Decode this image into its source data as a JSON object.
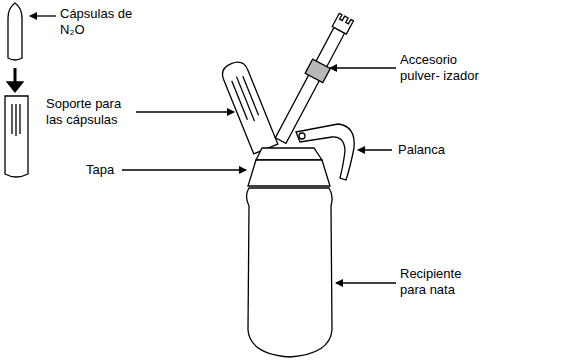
{
  "diagram": {
    "labels": [
      "Cápsulas de N₂O",
      "Soporte para las cápsulas",
      "Tapa",
      "Accesorio pulver- izador",
      "Palanca",
      "Recipiente para nata"
    ]
  }
}
